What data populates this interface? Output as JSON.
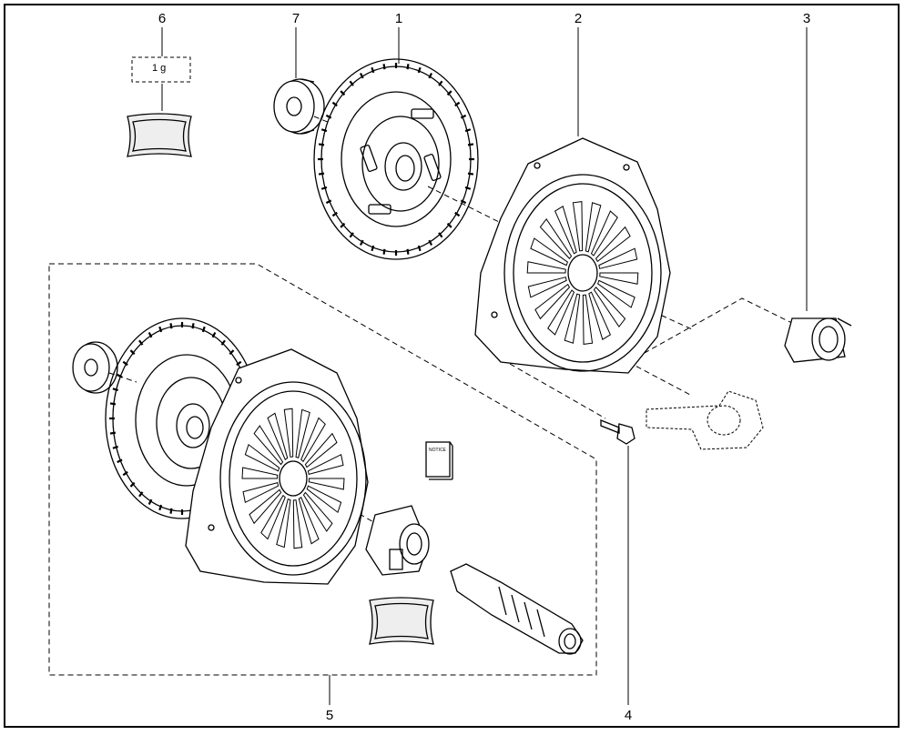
{
  "callouts": {
    "c1": "1",
    "c2": "2",
    "c3": "3",
    "c4": "4",
    "c5": "5",
    "c6": "6",
    "c7": "7"
  },
  "grease_quantity": "1 g",
  "booklet_label": "NOTICE",
  "colors": {
    "line": "#000000",
    "background": "#ffffff",
    "grease": "#eeeeee"
  }
}
